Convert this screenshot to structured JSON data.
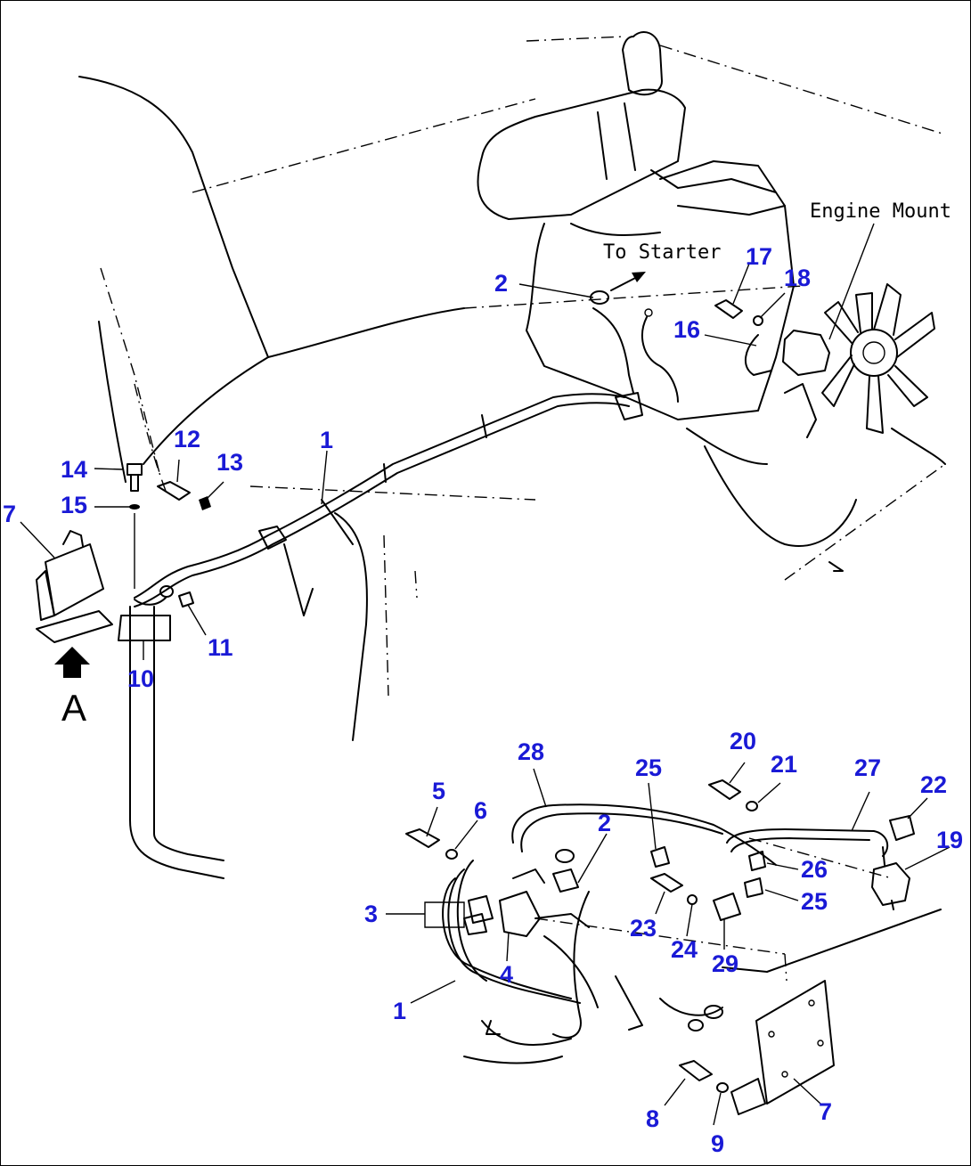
{
  "diagram": {
    "annotations": {
      "engine_mount": "Engine Mount",
      "to_starter": "To Starter",
      "view_label": "A"
    },
    "callouts": {
      "upper": {
        "n1": "1",
        "n2": "2",
        "n7": "7",
        "n10": "10",
        "n11": "11",
        "n12": "12",
        "n13": "13",
        "n14": "14",
        "n15": "15",
        "n16": "16",
        "n17": "17",
        "n18": "18"
      },
      "detail": {
        "n1": "1",
        "n2": "2",
        "n3": "3",
        "n4": "4",
        "n5": "5",
        "n6": "6",
        "n7": "7",
        "n8": "8",
        "n9": "9",
        "n19": "19",
        "n20": "20",
        "n21": "21",
        "n22": "22",
        "n23": "23",
        "n24": "24",
        "n25a": "25",
        "n25b": "25",
        "n26": "26",
        "n27": "27",
        "n28": "28",
        "n29": "29"
      }
    },
    "colors": {
      "callout": "#1a1ad6",
      "line": "#000000",
      "background": "#ffffff"
    }
  }
}
